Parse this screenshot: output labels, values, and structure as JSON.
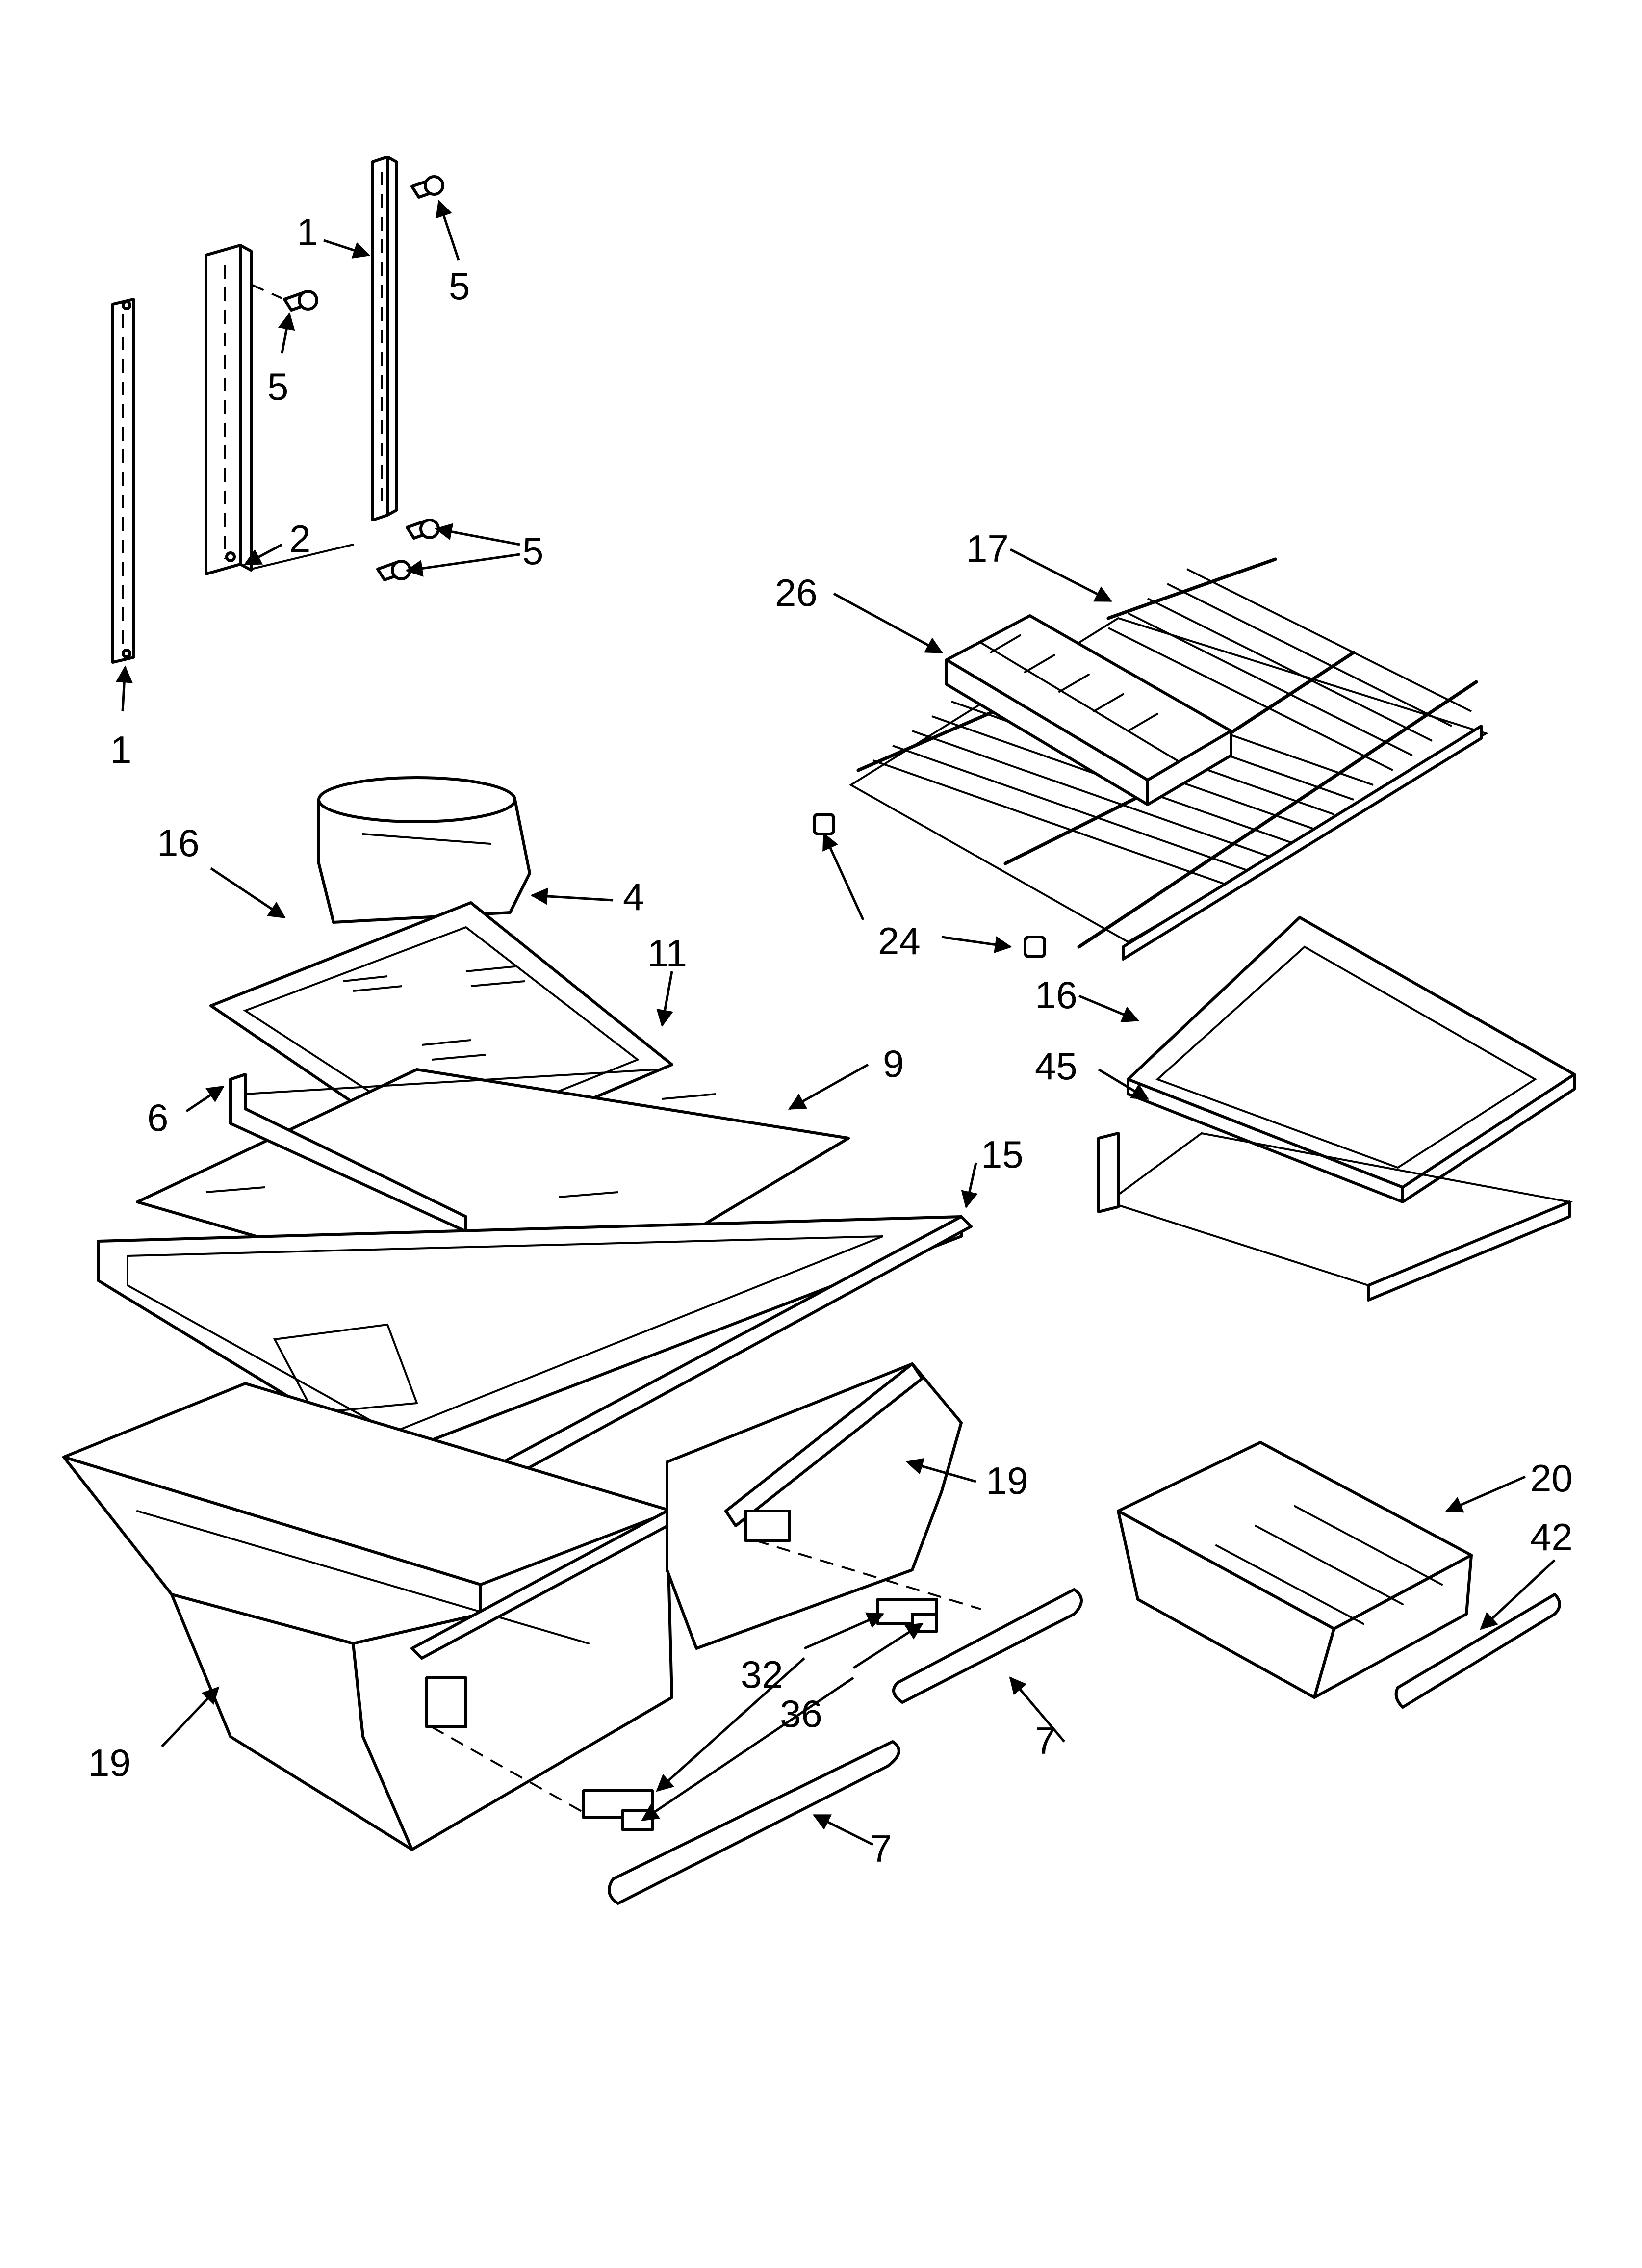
{
  "diagram": {
    "callouts": [
      {
        "label": "1"
      },
      {
        "label": "5"
      },
      {
        "label": "5"
      },
      {
        "label": "2"
      },
      {
        "label": "5"
      },
      {
        "label": "1"
      },
      {
        "label": "17"
      },
      {
        "label": "26"
      },
      {
        "label": "16"
      },
      {
        "label": "4"
      },
      {
        "label": "11"
      },
      {
        "label": "24"
      },
      {
        "label": "16"
      },
      {
        "label": "45"
      },
      {
        "label": "6"
      },
      {
        "label": "9"
      },
      {
        "label": "15"
      },
      {
        "label": "20"
      },
      {
        "label": "19"
      },
      {
        "label": "42"
      },
      {
        "label": "32"
      },
      {
        "label": "36"
      },
      {
        "label": "7"
      },
      {
        "label": "19"
      },
      {
        "label": "7"
      }
    ]
  },
  "colors": {
    "line": "#000000",
    "background": "#ffffff"
  }
}
